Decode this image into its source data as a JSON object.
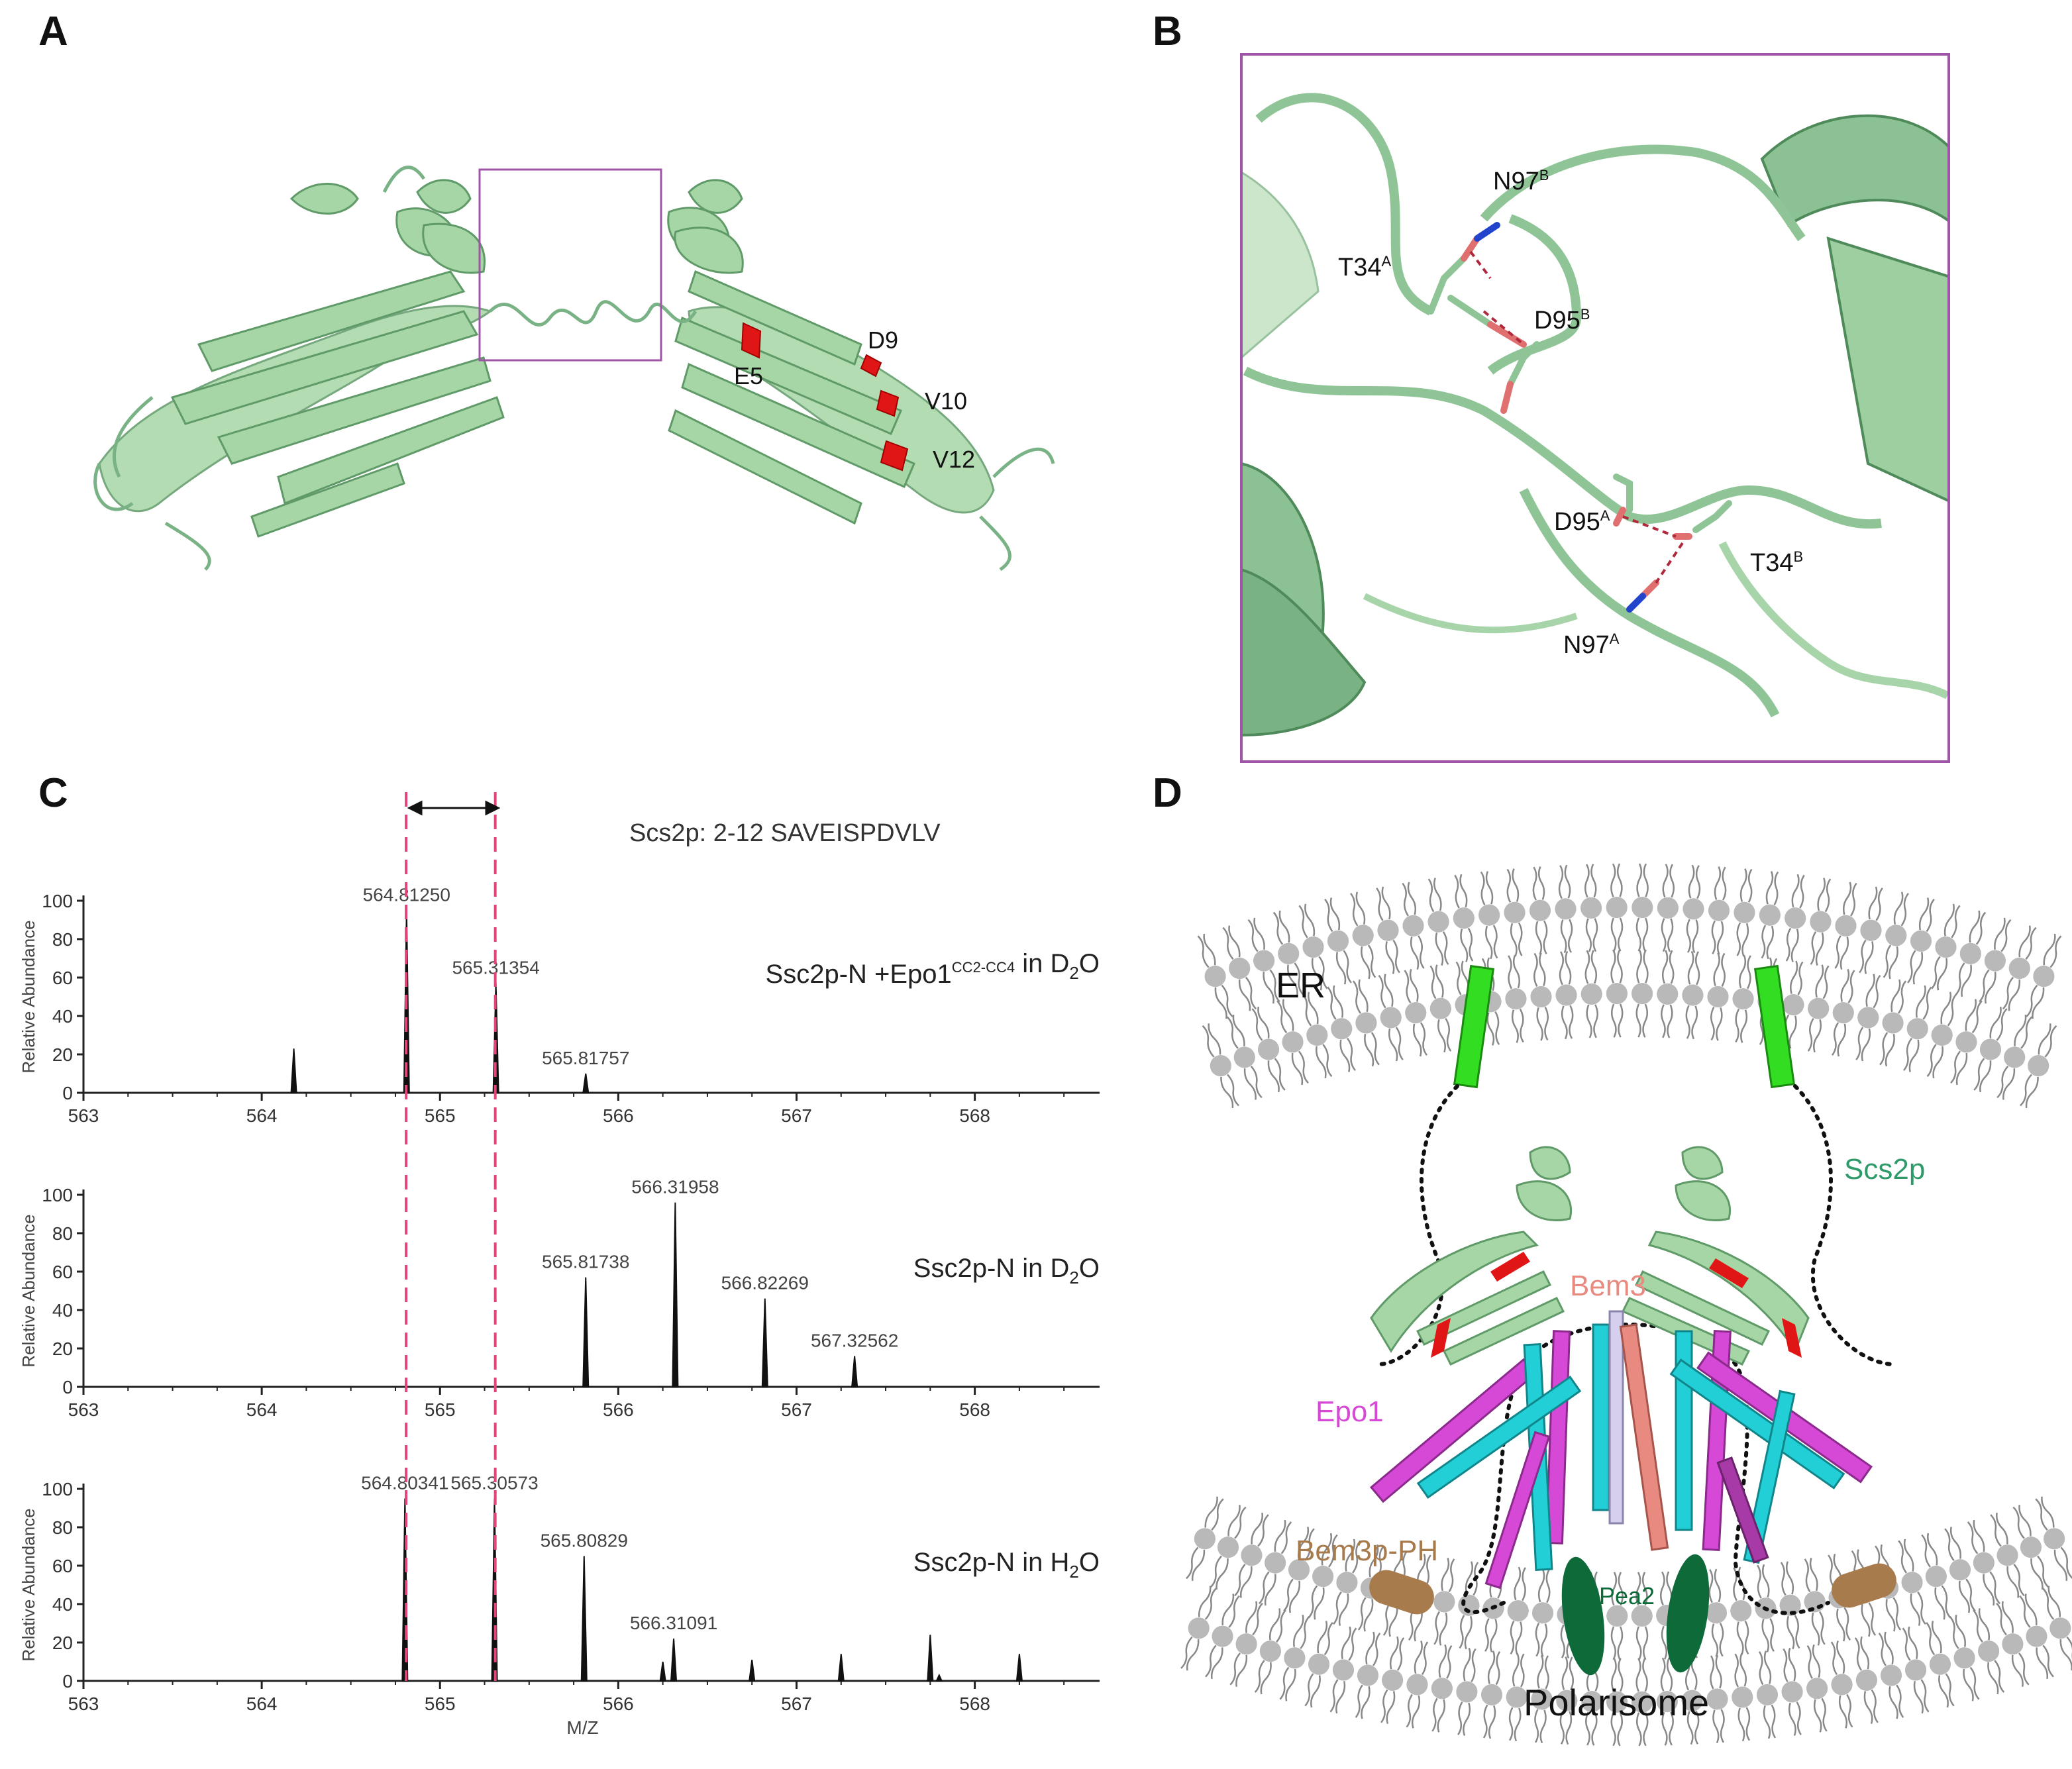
{
  "panel_labels": {
    "a": "A",
    "b": "B",
    "c": "C",
    "d": "D"
  },
  "panel_a": {
    "residues": [
      {
        "name": "E5"
      },
      {
        "name": "D9"
      },
      {
        "name": "V10"
      },
      {
        "name": "V12"
      }
    ]
  },
  "panel_b": {
    "residues": [
      {
        "text": "N97",
        "sup": "B"
      },
      {
        "text": "T34",
        "sup": "A"
      },
      {
        "text": "D95",
        "sup": "B"
      },
      {
        "text": "D95",
        "sup": "A"
      },
      {
        "text": "T34",
        "sup": "B"
      },
      {
        "text": "N97",
        "sup": "A"
      }
    ]
  },
  "panel_c": {
    "peptide_label": "Scs2p: 2-12 SAVEISPDVLV",
    "ylabel": "Relative Abundance",
    "xlabel": "M/Z",
    "x_ticks": [
      "563",
      "564",
      "565",
      "566",
      "567",
      "568"
    ],
    "y_ticks": [
      "0",
      "20",
      "40",
      "60",
      "80",
      "100"
    ],
    "spectra": [
      {
        "condition_main": "Ssc2p-N +Epo1",
        "condition_sup": "CC2-CC4",
        "condition_tail_pre": " in D",
        "condition_sub": "2",
        "condition_tail_post": "O",
        "peaks": [
          {
            "mz": 564.18,
            "rel": 23
          },
          {
            "mz": 564.8125,
            "rel": 95,
            "label": "564.81250"
          },
          {
            "mz": 565.31354,
            "rel": 57,
            "label": "565.31354"
          },
          {
            "mz": 565.81757,
            "rel": 10,
            "label": "565.81757"
          }
        ]
      },
      {
        "condition_main": "Ssc2p-N",
        "condition_sup": "",
        "condition_tail_pre": " in D",
        "condition_sub": "2",
        "condition_tail_post": "O",
        "peaks": [
          {
            "mz": 565.81738,
            "rel": 57,
            "label": "565.81738"
          },
          {
            "mz": 566.31958,
            "rel": 96,
            "label": "566.31958"
          },
          {
            "mz": 566.82269,
            "rel": 46,
            "label": "566.82269"
          },
          {
            "mz": 567.32562,
            "rel": 16,
            "label": "567.32562"
          }
        ]
      },
      {
        "condition_main": "Ssc2p-N",
        "condition_sup": "",
        "condition_tail_pre": " in H",
        "condition_sub": "2",
        "condition_tail_post": "O",
        "peaks": [
          {
            "mz": 564.80341,
            "rel": 95,
            "label": "564.80341"
          },
          {
            "mz": 565.30573,
            "rel": 95,
            "label": "565.30573"
          },
          {
            "mz": 565.80829,
            "rel": 65,
            "label": "565.80829"
          },
          {
            "mz": 566.25,
            "rel": 10
          },
          {
            "mz": 566.31091,
            "rel": 22,
            "label": "566.31091"
          },
          {
            "mz": 566.75,
            "rel": 11
          },
          {
            "mz": 567.25,
            "rel": 14
          },
          {
            "mz": 567.75,
            "rel": 24
          },
          {
            "mz": 567.8,
            "rel": 3
          },
          {
            "mz": 568.25,
            "rel": 14
          }
        ]
      }
    ],
    "reference_lines_mz": [
      564.81,
      565.31
    ],
    "peak_color": "#111111",
    "reference_line_color": "#e0457b"
  },
  "panel_d": {
    "labels": {
      "er": "ER",
      "scs2p": "Scs2p",
      "bem3": "Bem3",
      "epo1": "Epo1",
      "bem3p_ph": "Bem3p-PH",
      "pea2": "Pea2",
      "polarisome": "Polarisome"
    },
    "colors": {
      "membrane_head": "#b9b9b9",
      "tm_helix": "#33dd22",
      "scs2p": "#2e9a6a",
      "bem3": "#e88a80",
      "epo1": "#d648d6",
      "cyan_helix": "#22cfd6",
      "bem3p_ph": "#a87b4c",
      "pea2": "#0f6a3a"
    }
  },
  "colors": {
    "protein_green": "#9dcfa0",
    "protein_dark": "#6aa978",
    "highlight_red": "#e01515",
    "box_purple": "#a054a8"
  }
}
